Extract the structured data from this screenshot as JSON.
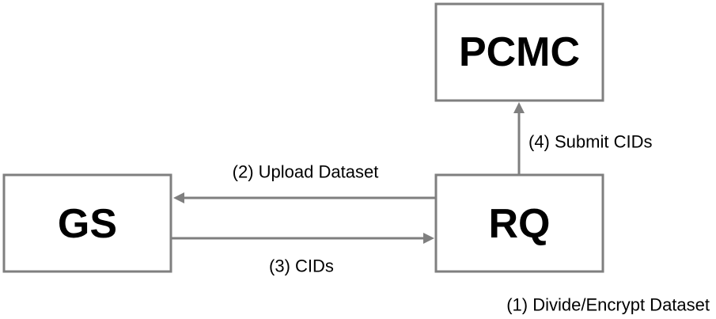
{
  "nodes": {
    "pcmc": {
      "label": "PCMC"
    },
    "gs": {
      "label": "GS"
    },
    "rq": {
      "label": "RQ"
    }
  },
  "edges": {
    "upload": {
      "label": "(2) Upload Dataset"
    },
    "cids": {
      "label": "(3) CIDs"
    },
    "submit": {
      "label": "(4) Submit CIDs"
    }
  },
  "annotations": {
    "divide": {
      "label": "(1) Divide/Encrypt Dataset"
    }
  },
  "colors": {
    "stroke": "#7f7f7f",
    "text": "#000000",
    "background": "#ffffff"
  }
}
